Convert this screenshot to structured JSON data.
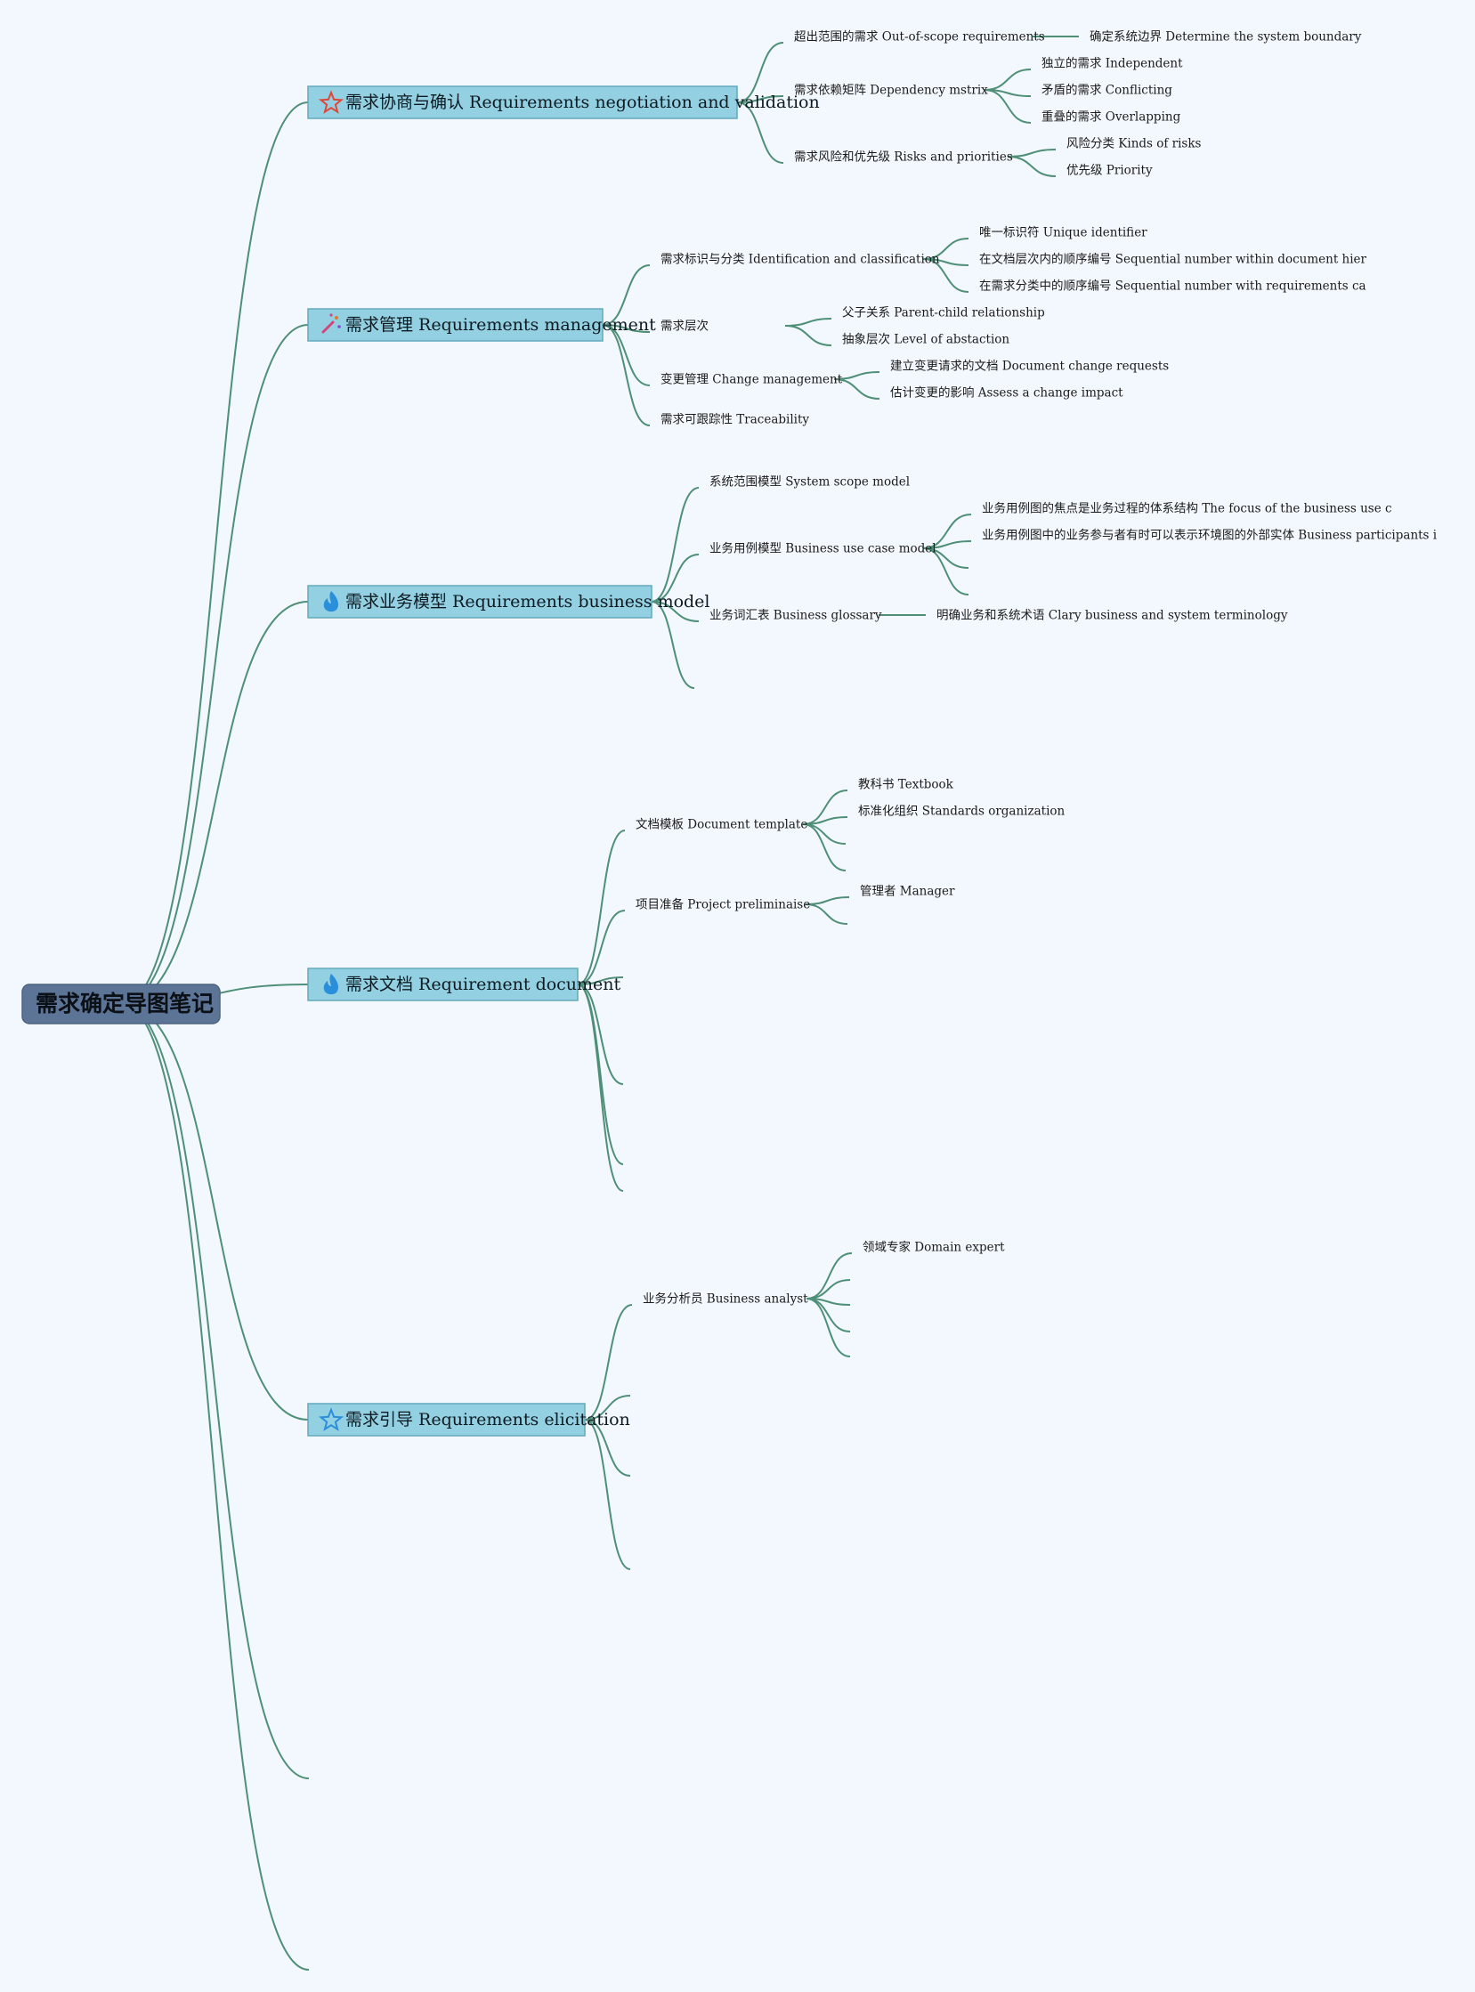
{
  "root": {
    "label": "需求确定导图笔记"
  },
  "branches": [
    {
      "id": "negotiation",
      "label": "需求协商与确认 Requirements negotiation and validation",
      "icon": "star-outline-icon",
      "icon_color": "#e0473a",
      "children": [
        {
          "label": "超出范围的需求 Out-of-scope requirements",
          "children": [
            {
              "label": "确定系统边界 Determine the system boundary"
            }
          ]
        },
        {
          "label": "需求依赖矩阵 Dependency mstrix",
          "children": [
            {
              "label": "独立的需求 Independent"
            },
            {
              "label": "矛盾的需求 Conflicting"
            },
            {
              "label": "重叠的需求 Overlapping"
            }
          ]
        },
        {
          "label": "需求风险和优先级 Risks and priorities",
          "children": [
            {
              "label": "风险分类 Kinds of risks"
            },
            {
              "label": "优先级 Priority"
            }
          ]
        }
      ]
    },
    {
      "id": "management",
      "label": "需求管理 Requirements management",
      "icon": "magic-wand-icon",
      "icon_color": "#d6457a",
      "children": [
        {
          "label": "需求标识与分类 Identification and classification",
          "children": [
            {
              "label": "唯一标识符 Unique identifier"
            },
            {
              "label": "在文档层次内的顺序编号 Sequential number within document hier"
            },
            {
              "label": "在需求分类中的顺序编号 Sequential number with requirements ca"
            }
          ]
        },
        {
          "label": "需求层次",
          "children": [
            {
              "label": "父子关系 Parent-child relationship"
            },
            {
              "label": "抽象层次 Level of abstaction"
            }
          ]
        },
        {
          "label": "变更管理 Change management",
          "children": [
            {
              "label": "建立变更请求的文档 Document change requests"
            },
            {
              "label": "估计变更的影响 Assess a change impact"
            }
          ]
        },
        {
          "label": "需求可跟踪性 Traceability",
          "children": []
        }
      ]
    },
    {
      "id": "business-model",
      "label": "需求业务模型 Requirements business model",
      "icon": "flame-icon",
      "icon_color": "#2a8fdb",
      "children": [
        {
          "label": "系统范围模型 System scope model",
          "children": []
        },
        {
          "label": "业务用例模型 Business use case model",
          "children": [
            {
              "label": "业务用例图的焦点是业务过程的体系结构 The focus of the business use c"
            },
            {
              "label": "业务用例图中的业务参与者有时可以表示环境图的外部实体 Business participants i"
            },
            {
              "label": ""
            },
            {
              "label": ""
            }
          ]
        },
        {
          "label": "业务词汇表 Business glossary",
          "children": [
            {
              "label": "明确业务和系统术语 Clary business and system terminology"
            }
          ]
        },
        {
          "label": "",
          "children": []
        }
      ]
    },
    {
      "id": "document",
      "label": "需求文档 Requirement document",
      "icon": "flame-icon",
      "icon_color": "#2a8fdb",
      "children": [
        {
          "label": "文档模板 Document template",
          "children": [
            {
              "label": "教科书 Textbook"
            },
            {
              "label": "标准化组织 Standards organization"
            },
            {
              "label": ""
            },
            {
              "label": ""
            }
          ]
        },
        {
          "label": "项目准备 Project preliminaise",
          "children": [
            {
              "label": "管理者 Manager"
            },
            {
              "label": ""
            }
          ]
        },
        {
          "label": "",
          "children": []
        },
        {
          "label": "",
          "children": []
        },
        {
          "label": "",
          "children": []
        },
        {
          "label": "",
          "children": []
        }
      ]
    },
    {
      "id": "elicitation",
      "label": "需求引导 Requirements elicitation",
      "icon": "star-outline-icon",
      "icon_color": "#2a8fdb",
      "children": [
        {
          "label": "业务分析员 Business analyst",
          "children": [
            {
              "label": "领域专家 Domain expert"
            },
            {
              "label": ""
            },
            {
              "label": ""
            },
            {
              "label": ""
            },
            {
              "label": ""
            }
          ]
        },
        {
          "label": "",
          "children": []
        },
        {
          "label": "",
          "children": []
        },
        {
          "label": "",
          "children": []
        }
      ]
    },
    {
      "id": "empty-1",
      "label": "",
      "icon": "",
      "icon_color": "",
      "children": []
    },
    {
      "id": "empty-2",
      "label": "",
      "icon": "",
      "icon_color": "",
      "children": []
    }
  ],
  "colors": {
    "background": "#f3f8fe",
    "edge": "#4f8f78",
    "root_fill": "#5c7597",
    "main_fill": "#93d0e2"
  }
}
